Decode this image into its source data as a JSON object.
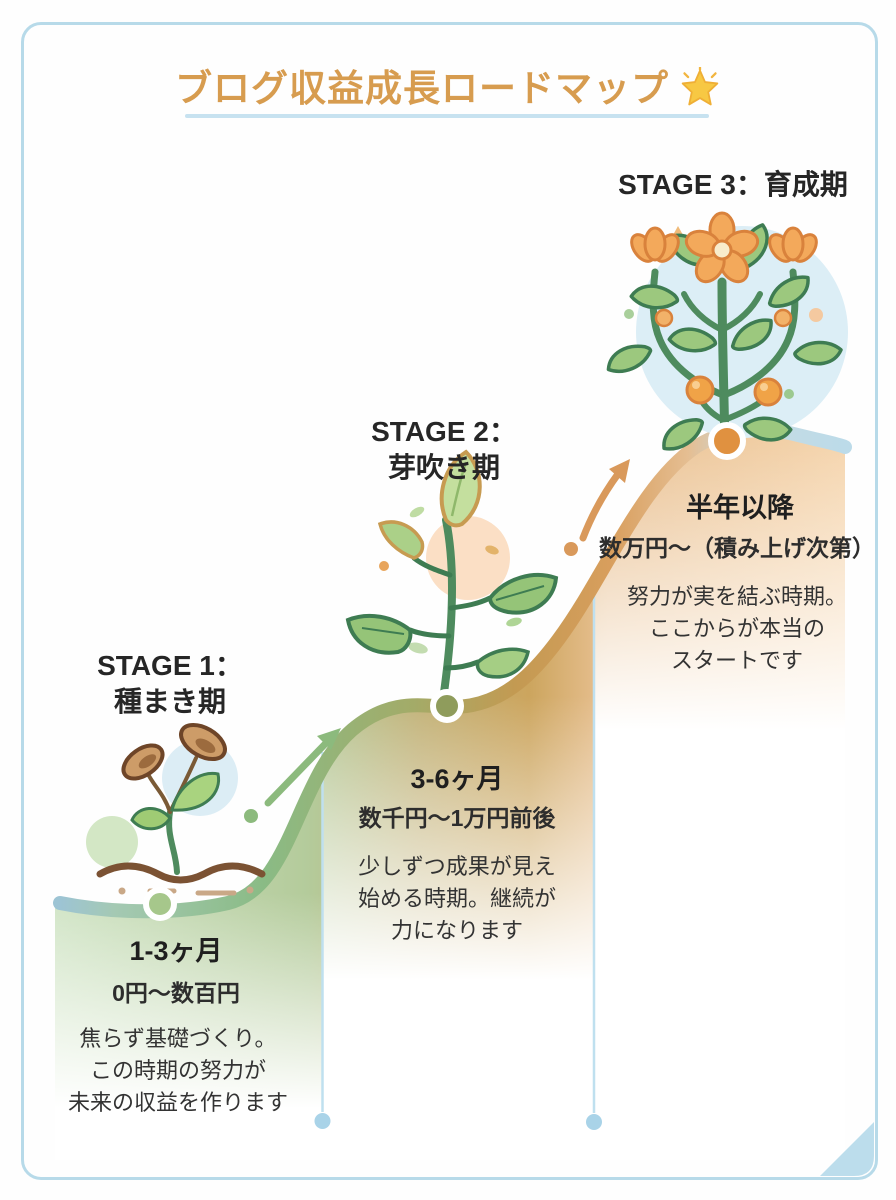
{
  "title": {
    "text": "ブログ収益成長ロードマップ",
    "icon": "glowing-star"
  },
  "stages": [
    {
      "id": 1,
      "heading_line1": "STAGE 1：",
      "heading_line2": "種まき期",
      "period": "1-3ヶ月",
      "revenue": "0円〜数百円",
      "description_lines": [
        "焦らず基礎づくり。",
        "この時期の努力が",
        "未来の収益を作ります"
      ],
      "illustration": "seedling-with-seeds"
    },
    {
      "id": 2,
      "heading_line1": "STAGE 2：",
      "heading_line2": "芽吹き期",
      "period": "3-6ヶ月",
      "revenue": "数千円〜1万円前後",
      "description_lines": [
        "少しずつ成果が見え",
        "始める時期。継続が",
        "力になります"
      ],
      "illustration": "sprout"
    },
    {
      "id": 3,
      "heading_line1": "STAGE 3：育成期",
      "heading_line2": "",
      "period": "半年以降",
      "revenue": "数万円〜（積み上げ次第）",
      "description_lines": [
        "努力が実を結ぶ時期。",
        "ここからが本当の",
        "スタートです"
      ],
      "illustration": "flowering-plant"
    }
  ],
  "colors": {
    "title_text": "#D79C4F",
    "title_underline": "#C7E2F0",
    "card_border": "#B7DAE9",
    "stage1_accent": "#8FBC88",
    "stage2_accent": "#A3AB68",
    "stage3_accent": "#DB9A55",
    "guide_line": "#BFE0EF",
    "heading_text": "#262626",
    "body_text": "#333333"
  }
}
